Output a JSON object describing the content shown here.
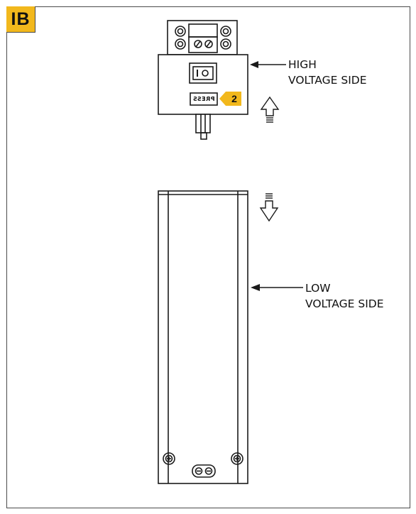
{
  "figure": {
    "step_label": "IB",
    "accent_color": "#f2b81c",
    "line_color": "#1a1a1a"
  },
  "high_voltage_unit": {
    "callout_line1": "HIGH",
    "callout_line2": "VOLTAGE SIDE",
    "press_label": "PRESS",
    "press_text_mirrored": true,
    "step_marker_number": "2",
    "switch_icon": "rocker-switch-icon",
    "terminal_icon": "screw-terminal-icon",
    "connector_icon": "plug-prongs-icon"
  },
  "low_voltage_unit": {
    "callout_line1": "LOW",
    "callout_line2": "VOLTAGE SIDE",
    "screw_icon": "screw-icon",
    "connector_icon": "socket-icon"
  },
  "movement_arrows": [
    {
      "direction": "up",
      "icon": "up-arrow-icon"
    },
    {
      "direction": "down",
      "icon": "down-arrow-icon"
    }
  ]
}
